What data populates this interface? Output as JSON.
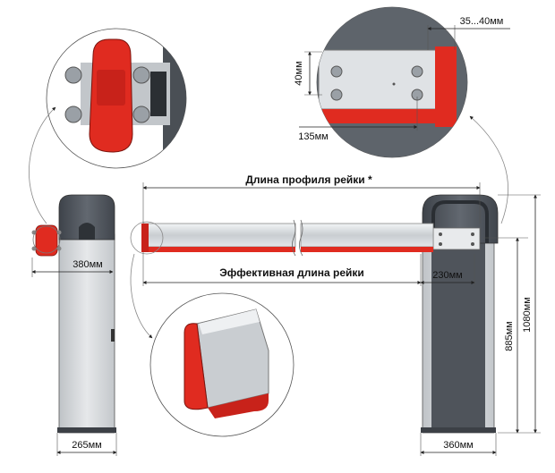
{
  "colors": {
    "housing_dark": "#4a4f55",
    "housing_cap": "#5a6068",
    "housing_body": "#d9dcdf",
    "accent_red": "#e02b20",
    "boom_aluminum": "#d6dade",
    "callout_bg": "#e9ebed"
  },
  "labels": {
    "profile_length": "Длина профиля рейки *",
    "effective_length": "Эффективная длина рейки",
    "dim_380": "380мм",
    "dim_265": "265мм",
    "dim_360": "360мм",
    "dim_230": "230мм",
    "dim_885": "885мм",
    "dim_1080": "1080мм",
    "dim_35_40": "35...40мм",
    "dim_40": "40мм",
    "dim_135": "135мм"
  },
  "icons": [
    "bolt-icon",
    "end-cap-icon",
    "mounting-plate-icon"
  ]
}
